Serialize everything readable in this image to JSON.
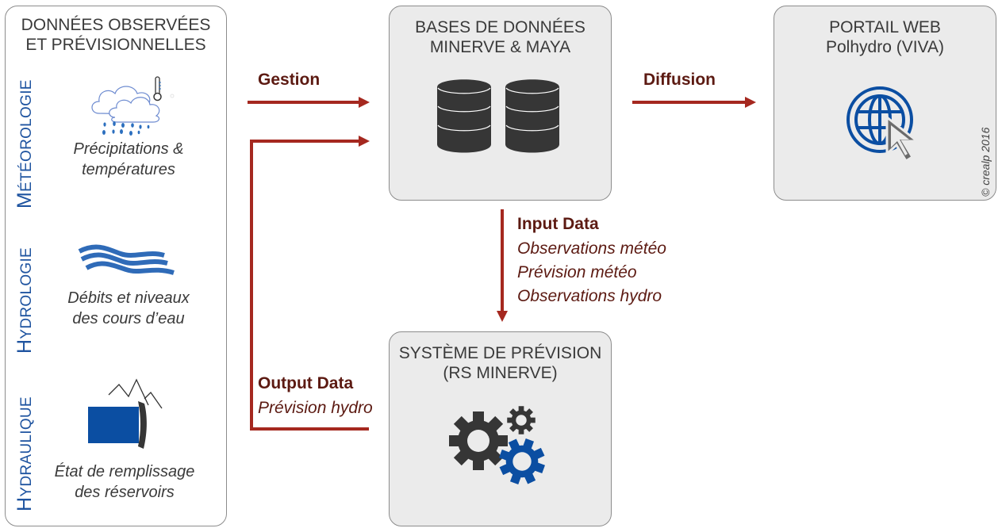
{
  "colors": {
    "arrow": "#a5281f",
    "arrow_text": "#5c1a12",
    "brand_blue": "#0b4ea2",
    "icon_dark": "#363636",
    "box_fill": "#ebebeb",
    "box_border": "#8c8c8c"
  },
  "sources_box": {
    "title_line1": "DONNÉES OBSERVÉES",
    "title_line2": "ET PRÉVISIONNELLES",
    "categories": [
      {
        "label_cap": "M",
        "label_rest": "ÉTÉOROLOGIE",
        "icon": "cloud-rain-thermometer-icon",
        "caption_line1": "Précipitations &",
        "caption_line2": "températures"
      },
      {
        "label_cap": "H",
        "label_rest": "YDROLOGIE",
        "icon": "water-waves-icon",
        "caption_line1": "Débits et niveaux",
        "caption_line2": "des cours d’eau"
      },
      {
        "label_cap": "H",
        "label_rest": "YDRAULIQUE",
        "icon": "reservoir-dam-icon",
        "caption_line1": "État de remplissage",
        "caption_line2": "des réservoirs"
      }
    ]
  },
  "database_box": {
    "title_line1": "BASES DE DONNÉES",
    "title_line2": "MINERVE & MAYA",
    "icon": "database-icon"
  },
  "portal_box": {
    "title_line1": "PORTAIL WEB",
    "title_line2": "Polhydro (VIVA)",
    "icon": "globe-cursor-icon",
    "copyright": "© crealp 2016"
  },
  "forecast_box": {
    "title_line1": "SYSTÈME DE PRÉVISION",
    "title_line2": "(RS MINERVE)",
    "icon": "gears-icon"
  },
  "arrows": {
    "gestion": "Gestion",
    "diffusion": "Diffusion",
    "input": {
      "title": "Input Data",
      "items": [
        "Observations météo",
        "Prévision météo",
        "Observations hydro"
      ]
    },
    "output": {
      "title": "Output Data",
      "items": [
        "Prévision hydro"
      ]
    }
  }
}
